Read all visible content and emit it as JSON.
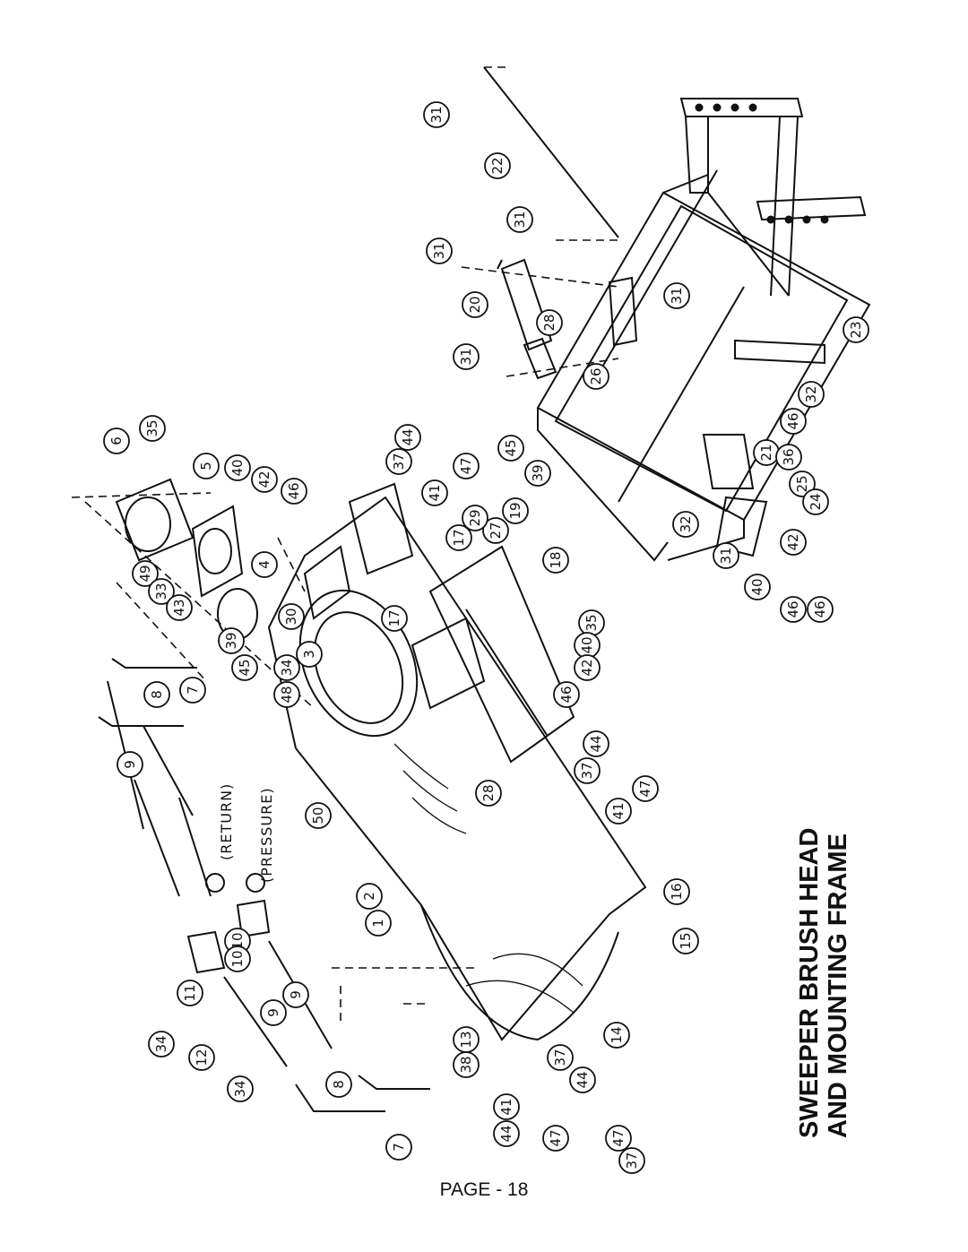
{
  "title": {
    "line1": "SWEEPER BRUSH HEAD",
    "line2": "AND MOUNTING FRAME"
  },
  "page_label": "PAGE - 18",
  "port_labels": {
    "return": "(RETURN)",
    "pressure": "(PRESSURE)"
  },
  "callouts": [
    "31",
    "22",
    "31",
    "31",
    "20",
    "28",
    "31",
    "31",
    "26",
    "23",
    "32",
    "46",
    "21",
    "36",
    "25",
    "24",
    "46",
    "31",
    "32",
    "40",
    "42",
    "46",
    "6",
    "35",
    "5",
    "40",
    "42",
    "46",
    "49",
    "33",
    "43",
    "4",
    "39",
    "30",
    "45",
    "44",
    "37",
    "47",
    "41",
    "45",
    "39",
    "19",
    "27",
    "29",
    "17",
    "18",
    "35",
    "40",
    "42",
    "46",
    "17",
    "3",
    "34",
    "48",
    "50",
    "37",
    "44",
    "47",
    "41",
    "28",
    "16",
    "15",
    "2",
    "1",
    "8",
    "7",
    "9",
    "9",
    "10",
    "10",
    "11",
    "34",
    "12",
    "34",
    "9",
    "8",
    "7",
    "13",
    "14",
    "38",
    "37",
    "41",
    "44",
    "47",
    "47",
    "44",
    "37"
  ],
  "colors": {
    "ink": "#111111",
    "background": "#ffffff"
  }
}
